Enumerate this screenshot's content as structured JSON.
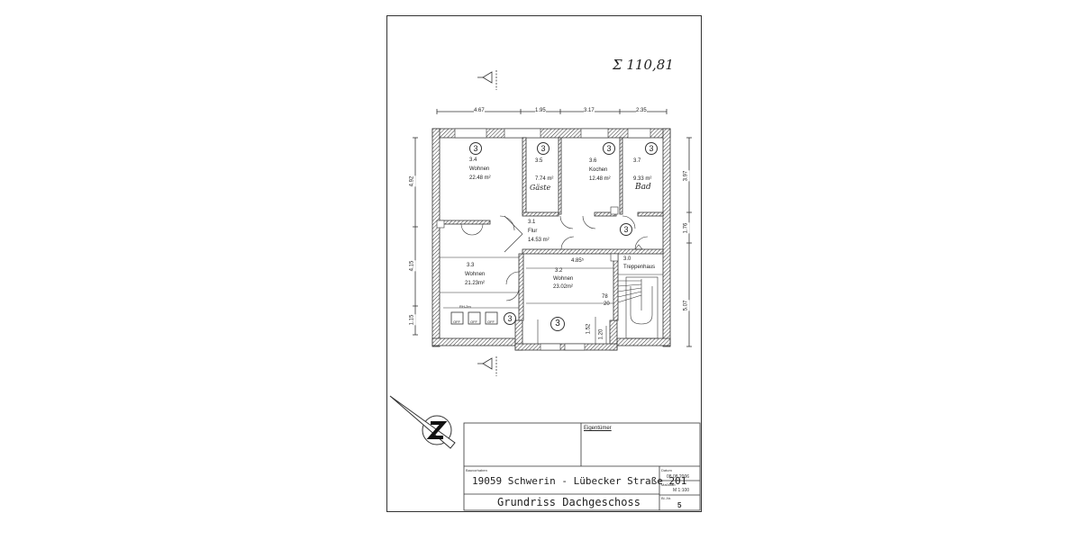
{
  "drawing": {
    "total_area_note": "Σ 110,81",
    "dimensions": {
      "top": [
        "4.67",
        "1.95",
        "3.17",
        "2.35"
      ],
      "left": [
        "4.92",
        "4.15",
        "1.15"
      ],
      "right": [
        "3.97",
        "1.76",
        "5.07"
      ],
      "interior": {
        "width_3_2": "4.85⁵",
        "d1": "78",
        "d2": "20",
        "d3": "1.52",
        "d4": "1.20"
      }
    },
    "rooms": [
      {
        "unit": "3",
        "number": "3.4",
        "name": "Wohnen",
        "area": "22.48 m²",
        "note": ""
      },
      {
        "unit": "3",
        "number": "3.5",
        "name": "",
        "area": "7.74 m²",
        "note": "Gäste"
      },
      {
        "unit": "3",
        "number": "3.6",
        "name": "Kochen",
        "area": "12.48 m²",
        "note": ""
      },
      {
        "unit": "3",
        "number": "3.7",
        "name": "",
        "area": "9.33 m²",
        "note": "Bad"
      },
      {
        "unit": "",
        "number": "3.1",
        "name": "Flur",
        "area": "14.53 m²",
        "note": ""
      },
      {
        "unit": "",
        "number": "3.3",
        "name": "Wohnen",
        "area": "21.23m²",
        "note": ""
      },
      {
        "unit": "",
        "number": "3.2",
        "name": "Wohnen",
        "area": "23.02m²",
        "note": ""
      },
      {
        "unit": "",
        "number": "3.0",
        "name": "Treppenhaus",
        "area": "",
        "note": ""
      }
    ],
    "unit_markers": [
      "3",
      "3",
      "3"
    ],
    "boiler_labels": [
      "OFF",
      "OFF",
      "OFF"
    ],
    "boiler_row_label": "RH-2m"
  },
  "title_block": {
    "owner_label": "Eigentümer",
    "project_label": "Bauvorhaben",
    "address": "19059 Schwerin - Lübecker Straße 201",
    "title": "Grundriss Dachgeschoss",
    "date_label": "Datum",
    "date": "08.08.2006",
    "scale_label": "Maßstab",
    "scale": "M 1:100",
    "sheet_label": "Bl.-Nr.",
    "sheet_number": "5"
  }
}
